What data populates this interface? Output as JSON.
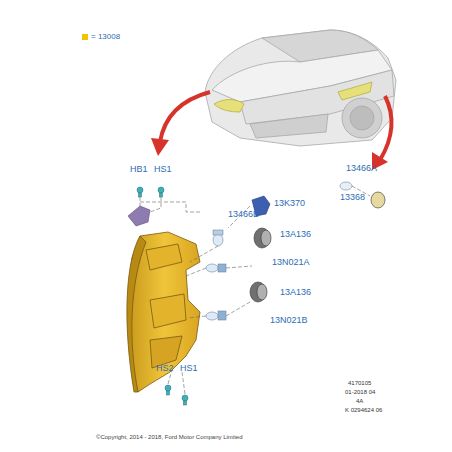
{
  "diagram": {
    "labels": [
      "HB1",
      "HS1",
      "13466B",
      "13K370",
      "13A136",
      "13N021A",
      "13A136",
      "13N021B",
      "HS2",
      "HS1",
      "13466A",
      "13368",
      "4170105",
      "01-2018 04",
      "4A",
      "K 0294624 06",
      "©Copyright, 2014 - 2018, Ford Motor Company Limited"
    ],
    "legend": [
      {
        "text": "= 13008",
        "color": "#f2c200"
      }
    ]
  }
}
